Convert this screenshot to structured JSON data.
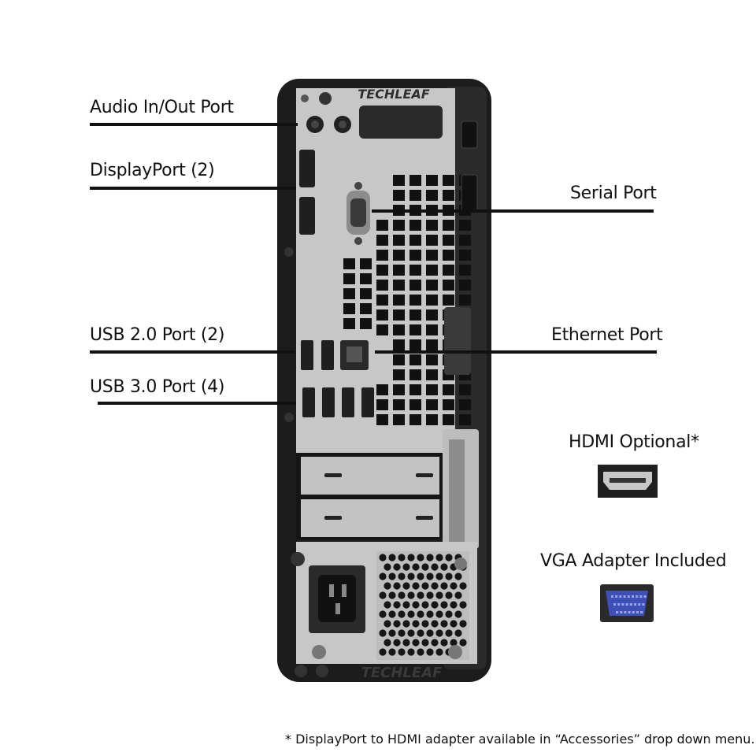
{
  "labels": {
    "audio": "Audio In/Out Port",
    "displayport": "DisplayPort (2)",
    "usb2": "USB 2.0 Port (2)",
    "usb3": "USB 3.0 Port (4)",
    "serial": "Serial Port",
    "ethernet": "Ethernet Port",
    "hdmi": "HDMI Optional*",
    "vga": "VGA Adapter Included"
  },
  "watermark": "TECHLEAF",
  "footnote": "*  DisplayPort to HDMI adapter available in “Accessories” drop down menu.",
  "colors": {
    "chassis": "#1c1c1c",
    "plate": "#c8c8c8",
    "vga_blue": "#3f4fb8",
    "lead_lines": "#111111"
  }
}
